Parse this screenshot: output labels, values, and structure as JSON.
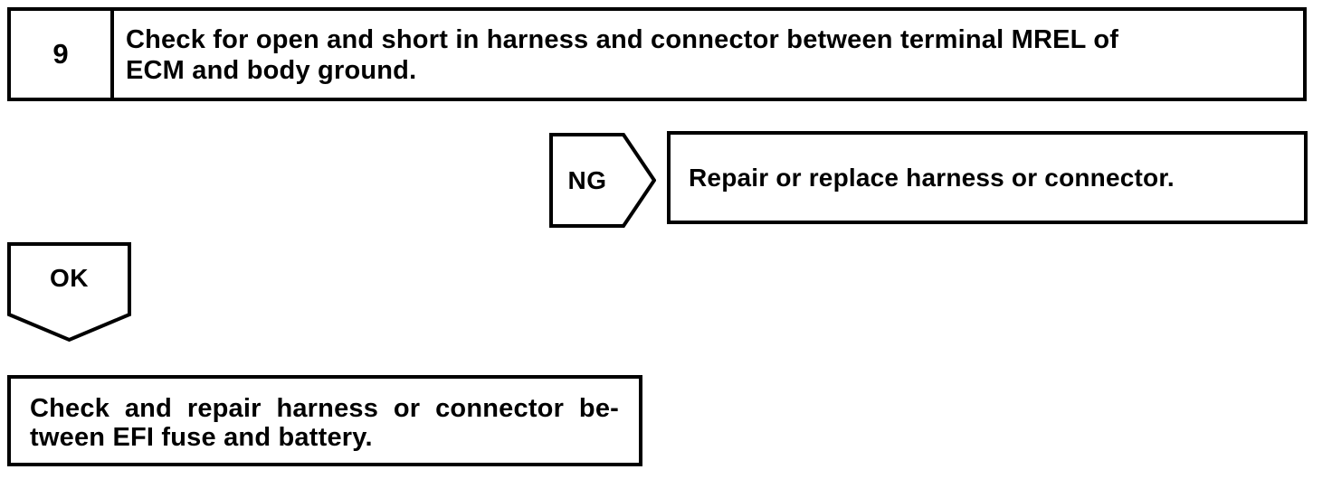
{
  "page": {
    "background": "#ffffff",
    "line_color": "#000000"
  },
  "flowchart": {
    "step": {
      "number": "9",
      "instruction_lines": [
        "Check for open and short in harness and connector between terminal MREL of",
        "ECM and body ground."
      ]
    },
    "ng_branch": {
      "label": "NG",
      "action": "Repair or replace harness or connector."
    },
    "ok_branch": {
      "label": "OK"
    },
    "result": {
      "lines": [
        "Check and repair harness or connector be-",
        "tween EFI fuse and battery."
      ]
    }
  }
}
